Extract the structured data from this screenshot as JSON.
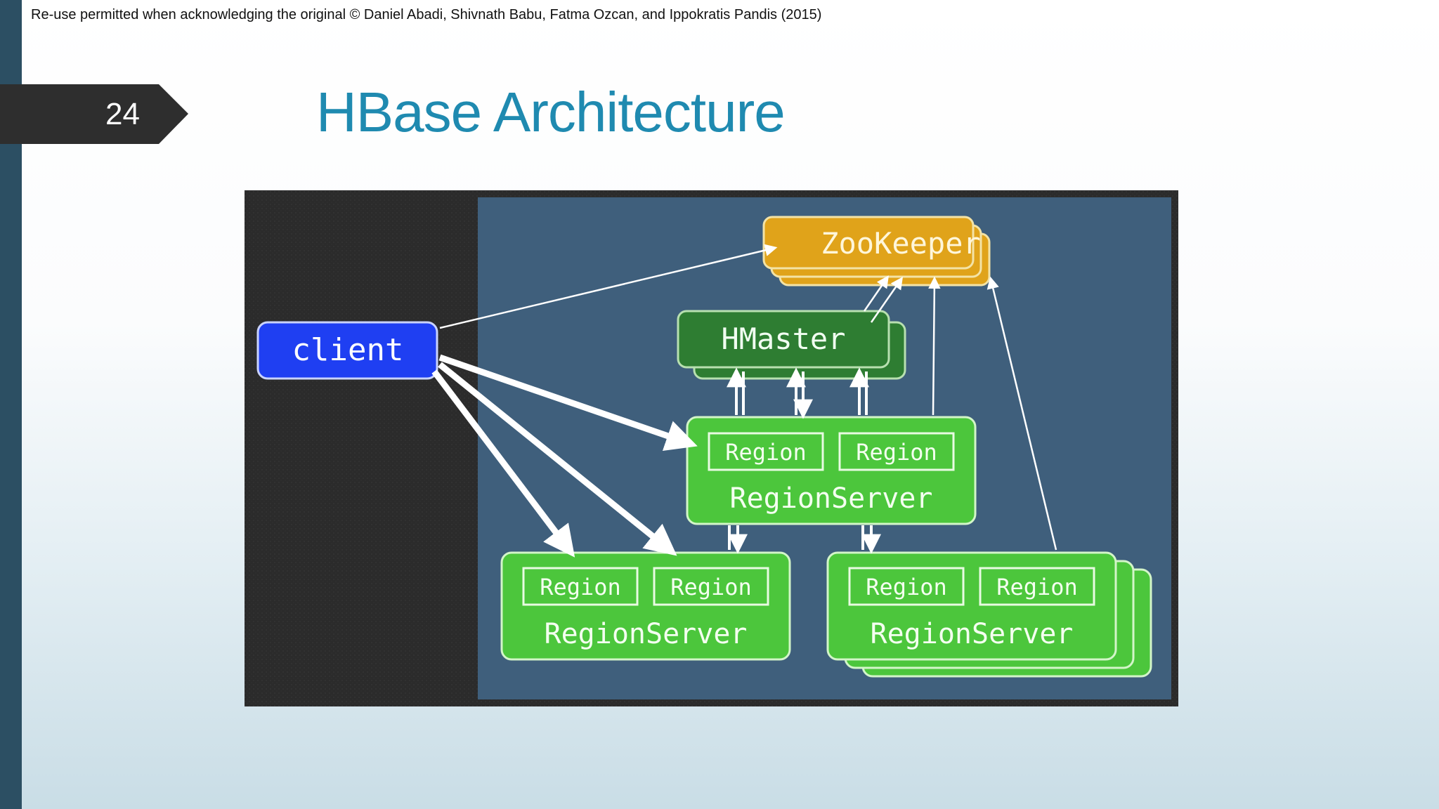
{
  "header": {
    "copyright": "Re-use permitted when acknowledging the original © Daniel Abadi, Shivnath Babu, Fatma Ozcan, and Ippokratis Pandis (2015)",
    "slide_number": "24",
    "title": "HBase Architecture"
  },
  "diagram": {
    "client": "client",
    "zookeeper": "ZooKeeper",
    "hmaster": "HMaster",
    "region_label": "Region",
    "regionserver_label": "RegionServer",
    "colors": {
      "client": "#1f3ff2",
      "zookeeper": "#e0a31a",
      "hmaster": "#2e7d32",
      "regionserver": "#4cc63c",
      "panel": "#3f5f7c",
      "background": "#2b2b2b"
    }
  }
}
